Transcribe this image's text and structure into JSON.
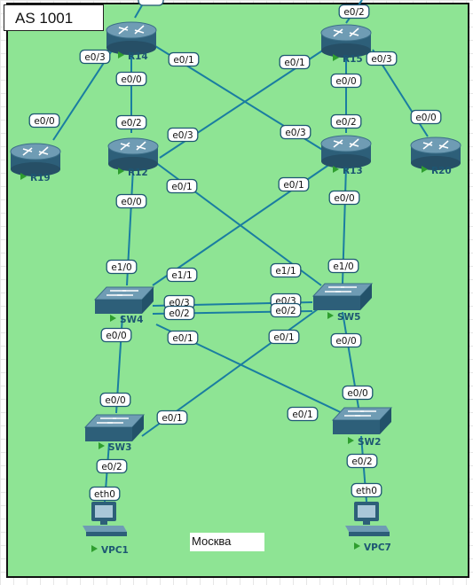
{
  "area": {
    "as_label": "AS 1001",
    "location_label": "Москва"
  },
  "colors": {
    "area_fill": "#8ee494",
    "area_border": "#111111",
    "link": "#1a7da1",
    "device_top": "#6f9cb4",
    "device_body": "#2d5f79",
    "node_name": "#1d5672",
    "run_marker": "#2f9e2f",
    "port_label_border": "#1d5672"
  },
  "devices": [
    {
      "id": "R14",
      "kind": "router",
      "label": "R14"
    },
    {
      "id": "R15",
      "kind": "router",
      "label": "R15"
    },
    {
      "id": "R19",
      "kind": "router",
      "label": "R19"
    },
    {
      "id": "R12",
      "kind": "router",
      "label": "R12"
    },
    {
      "id": "R13",
      "kind": "router",
      "label": "R13"
    },
    {
      "id": "R20",
      "kind": "router",
      "label": "R20"
    },
    {
      "id": "SW4",
      "kind": "switch",
      "label": "SW4"
    },
    {
      "id": "SW5",
      "kind": "switch",
      "label": "SW5"
    },
    {
      "id": "SW3",
      "kind": "switch",
      "label": "SW3"
    },
    {
      "id": "SW2",
      "kind": "switch",
      "label": "SW2"
    },
    {
      "id": "VPC1",
      "kind": "pc",
      "label": "VPC1"
    },
    {
      "id": "VPC7",
      "kind": "pc",
      "label": "VPC7"
    }
  ],
  "links": [
    {
      "a": "R14",
      "b": "R19",
      "a_port": "e0/3",
      "b_port": "e0/0"
    },
    {
      "a": "R14",
      "b": "R12",
      "a_port": "e0/0",
      "b_port": "e0/2"
    },
    {
      "a": "R14",
      "b": "R13",
      "a_port": "e0/1",
      "b_port": "e0/3"
    },
    {
      "a": "R15",
      "b": "R12",
      "a_port": "e0/1",
      "b_port": "e0/3"
    },
    {
      "a": "R15",
      "b": "R13",
      "a_port": "e0/0",
      "b_port": "e0/2"
    },
    {
      "a": "R15",
      "b": "R20",
      "a_port": "e0/3",
      "b_port": "e0/0"
    },
    {
      "a": "R12",
      "b": "SW4",
      "a_port": "e0/0",
      "b_port": "e1/0"
    },
    {
      "a": "R12",
      "b": "SW5",
      "a_port": "e0/1",
      "b_port": "e1/1"
    },
    {
      "a": "R13",
      "b": "SW4",
      "a_port": "e0/1",
      "b_port": "e1/1"
    },
    {
      "a": "R13",
      "b": "SW5",
      "a_port": "e0/0",
      "b_port": "e1/0"
    },
    {
      "a": "SW4",
      "b": "SW5",
      "a_port": "e0/3",
      "b_port": "e0/3"
    },
    {
      "a": "SW4",
      "b": "SW5",
      "a_port": "e0/2",
      "b_port": "e0/2"
    },
    {
      "a": "SW4",
      "b": "SW3",
      "a_port": "e0/0",
      "b_port": "e0/0"
    },
    {
      "a": "SW4",
      "b": "SW2",
      "a_port": "e0/1",
      "b_port": "e0/1"
    },
    {
      "a": "SW5",
      "b": "SW3",
      "a_port": "e0/1",
      "b_port": "e0/1"
    },
    {
      "a": "SW5",
      "b": "SW2",
      "a_port": "e0/0",
      "b_port": "e0/0"
    },
    {
      "a": "SW3",
      "b": "VPC1",
      "a_port": "e0/2",
      "b_port": "eth0"
    },
    {
      "a": "SW2",
      "b": "VPC7",
      "a_port": "e0/2",
      "b_port": "eth0"
    }
  ],
  "offpage_ports": [
    {
      "device": "R15",
      "port": "e0/2"
    }
  ]
}
